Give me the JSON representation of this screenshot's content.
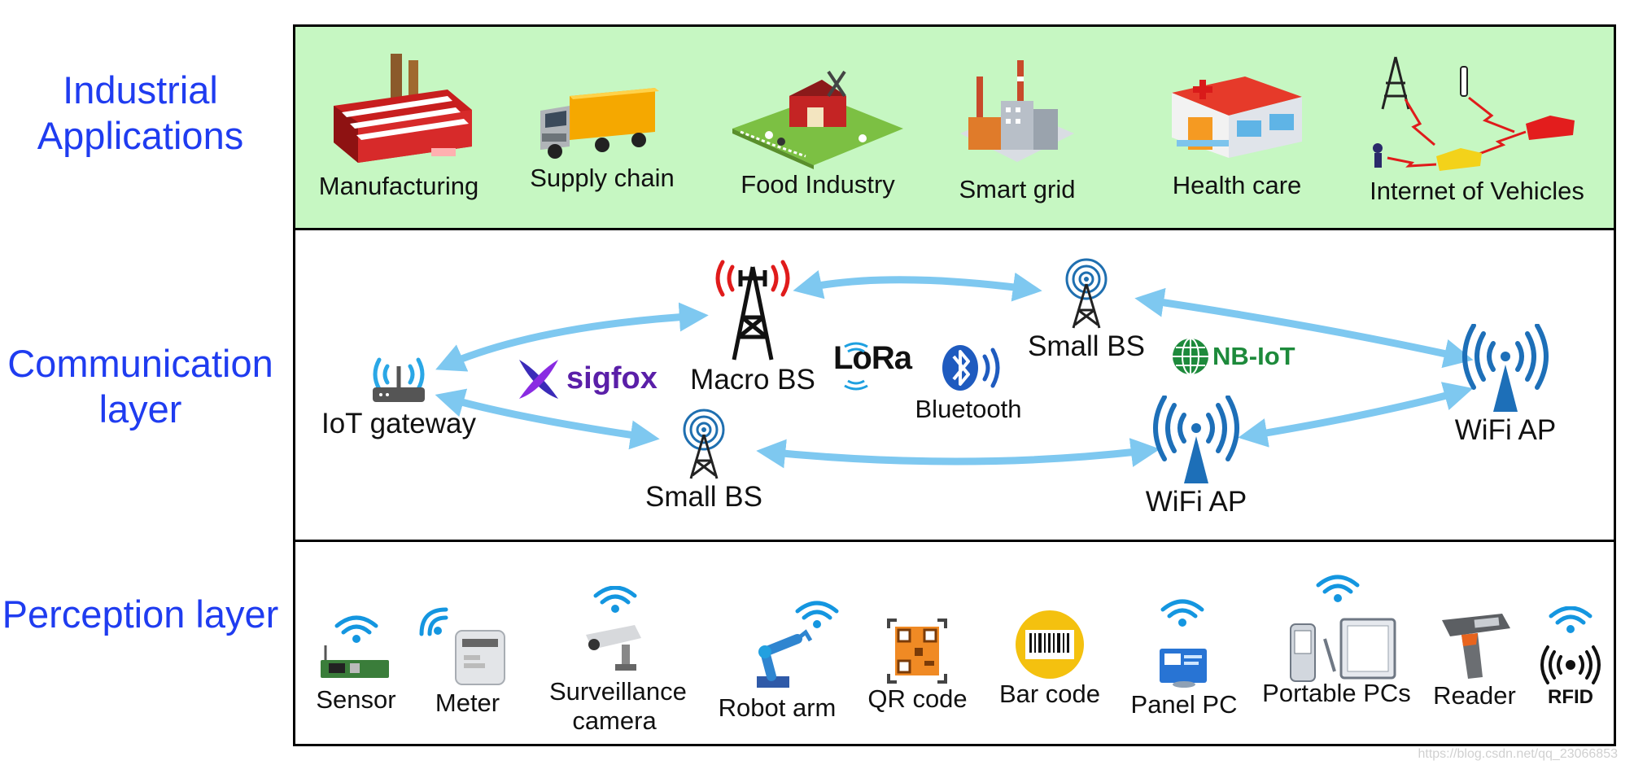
{
  "layers": {
    "industrial": "Industrial Applications",
    "communication": "Communication layer",
    "perception": "Perception layer"
  },
  "applications": [
    {
      "label": "Manufacturing",
      "icon": "factory-icon"
    },
    {
      "label": "Supply chain",
      "icon": "truck-icon"
    },
    {
      "label": "Food Industry",
      "icon": "farm-icon"
    },
    {
      "label": "Smart grid",
      "icon": "power-plant-icon"
    },
    {
      "label": "Health care",
      "icon": "hospital-icon"
    },
    {
      "label": "Internet of Vehicles",
      "icon": "vehicle-network-icon"
    }
  ],
  "communication": {
    "iot_gateway": "IoT gateway",
    "macro_bs": "Macro BS",
    "small_bs_top": "Small BS",
    "small_bs_bottom": "Small BS",
    "wifi_ap_right": "WiFi AP",
    "wifi_ap_bottom": "WiFi AP",
    "bluetooth": "Bluetooth",
    "brands": {
      "sigfox": "sigfox",
      "lora": "LoRa",
      "nbiot": "NB-IoT"
    }
  },
  "perception": [
    {
      "label": "Sensor",
      "icon": "sensor-icon"
    },
    {
      "label": "Meter",
      "icon": "meter-icon"
    },
    {
      "label": "Surveillance camera",
      "icon": "camera-icon"
    },
    {
      "label": "Robot arm",
      "icon": "robot-arm-icon"
    },
    {
      "label": "QR code",
      "icon": "qr-code-icon"
    },
    {
      "label": "Bar code",
      "icon": "barcode-icon"
    },
    {
      "label": "Panel PC",
      "icon": "panel-pc-icon"
    },
    {
      "label": "Portable PCs",
      "icon": "portable-pc-icon"
    },
    {
      "label": "Reader",
      "icon": "reader-icon"
    },
    {
      "label": "RFID",
      "icon": "rfid-icon"
    }
  ],
  "watermark": "https://blog.csdn.net/qq_23066853",
  "colors": {
    "label_blue": "#1f3cf0",
    "app_panel_bg": "#c6f7c2",
    "arrow": "#7ec8f0",
    "wifi_blue": "#1496e0",
    "tower_red": "#e01b1b",
    "sigfox_purple": "#5a1fa8",
    "nbiot_green": "#1d8a3b"
  }
}
